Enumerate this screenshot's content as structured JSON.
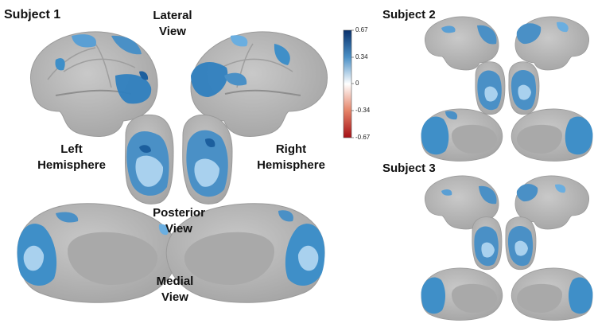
{
  "labels": {
    "subject1": "Subject 1",
    "subject2": "Subject 2",
    "subject3": "Subject 3",
    "lateral_l1": "Lateral",
    "lateral_l2": "View",
    "left_l1": "Left",
    "left_l2": "Hemisphere",
    "right_l1": "Right",
    "right_l2": "Hemisphere",
    "posterior_l1": "Posterior",
    "posterior_l2": "View",
    "medial_l1": "Medial",
    "medial_l2": "View"
  },
  "colorbar": {
    "ticks": [
      "0.67",
      "0.34",
      "0",
      "-0.34",
      "-0.67"
    ],
    "range": [
      -0.67,
      0.67
    ],
    "colors": {
      "positive": "#08306b",
      "mid": "#ffffff",
      "negative": "#a50f15"
    }
  },
  "colors": {
    "brain": "#b8b8b8",
    "brain_dark": "#909090",
    "wall": "#a9a9a9",
    "activation": "#3f8fc8",
    "activation_light": "#a9d1ee",
    "activation_dark": "#1c5f9e"
  }
}
